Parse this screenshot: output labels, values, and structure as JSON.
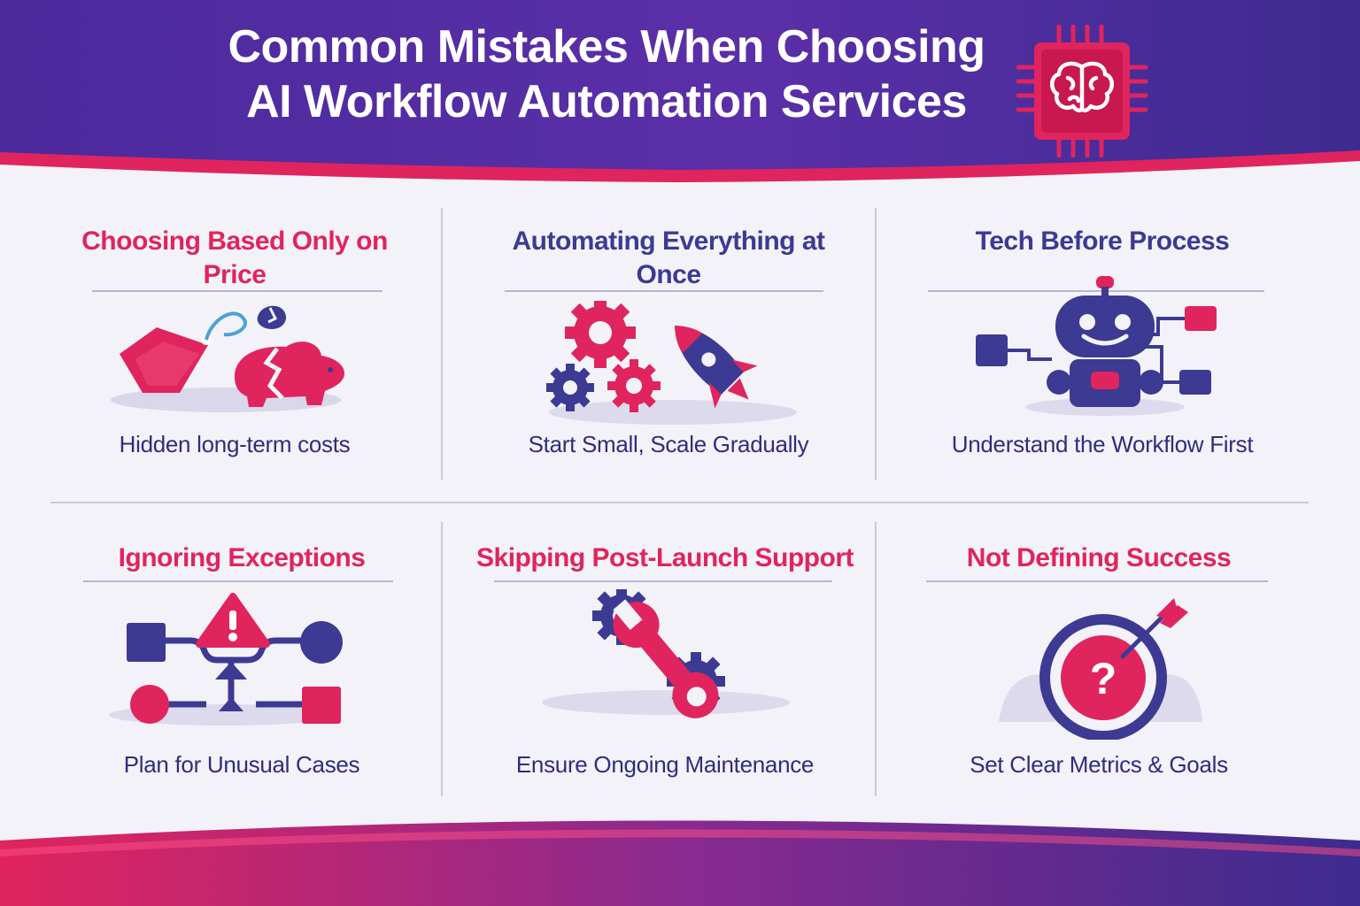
{
  "header": {
    "title_line1": "Common Mistakes When Choosing",
    "title_line2": "AI Workflow Automation Services",
    "icon": "brain-chip-icon"
  },
  "colors": {
    "accent_red": "#e0245e",
    "brand_navy": "#3c3a93",
    "header_purple": "#5a2ea6"
  },
  "cards": [
    {
      "title": "Choosing Based Only on Price",
      "subtitle": "Hidden long-term costs",
      "icon": "price-tag-broken-piggy-bank-icon"
    },
    {
      "title": "Automating Everything at Once",
      "subtitle": "Start Small, Scale Gradually",
      "icon": "gears-rocket-icon"
    },
    {
      "title": "Tech Before Process",
      "subtitle": "Understand the Workflow First",
      "icon": "robot-flowchart-icon"
    },
    {
      "title": "Ignoring Exceptions",
      "subtitle": "Plan for Unusual Cases",
      "icon": "warning-flowchart-icon"
    },
    {
      "title": "Skipping Post-Launch Support",
      "subtitle": "Ensure Ongoing Maintenance",
      "icon": "wrench-gears-icon"
    },
    {
      "title": "Not Defining Success",
      "subtitle": "Set Clear Metrics & Goals",
      "icon": "target-question-icon"
    }
  ]
}
